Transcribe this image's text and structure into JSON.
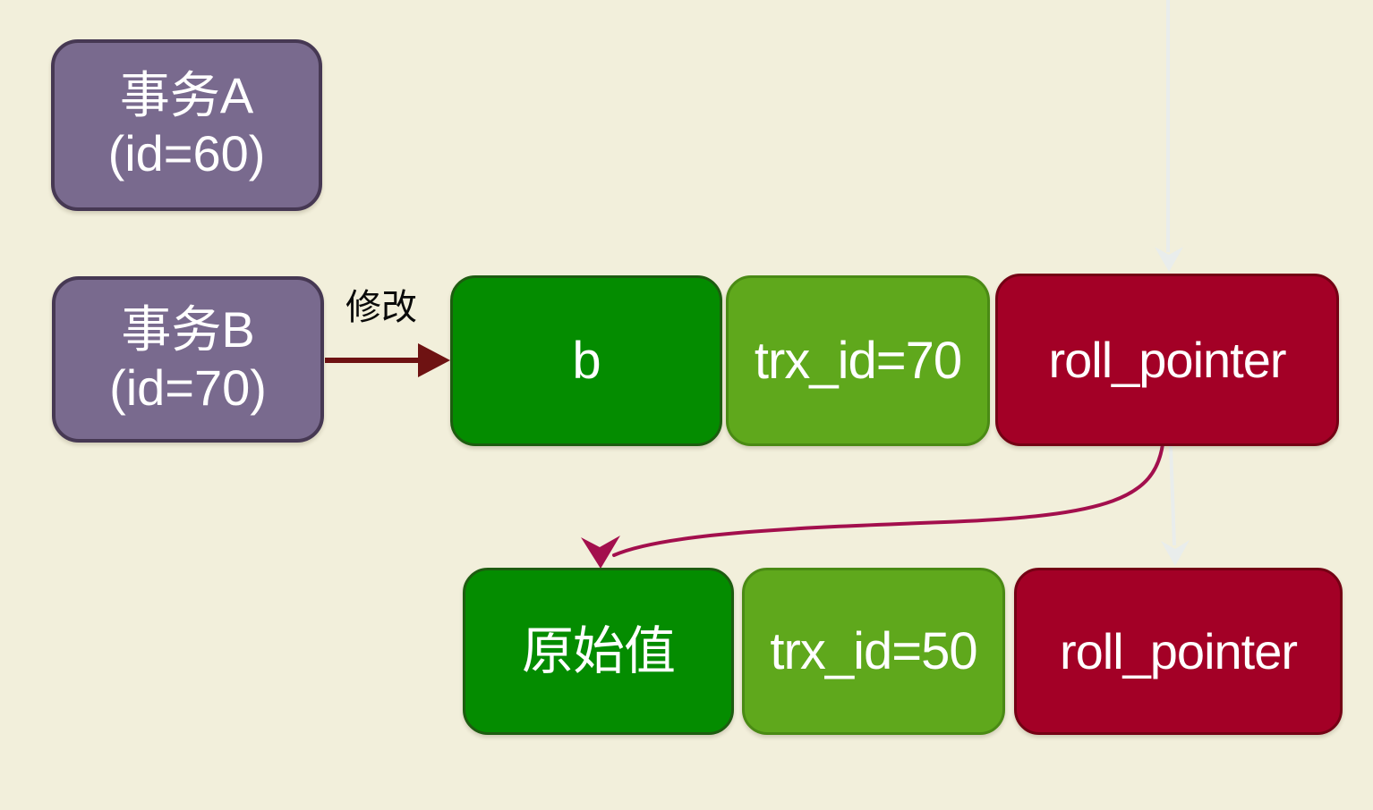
{
  "transactions": [
    {
      "line1": "事务A",
      "line2": "(id=60)"
    },
    {
      "line1": "事务B",
      "line2": "(id=70)"
    }
  ],
  "modify_label": "修改",
  "record_rows": [
    {
      "value": "b",
      "trx_id": "trx_id=70",
      "roll_pointer": "roll_pointer"
    },
    {
      "value": "原始值",
      "trx_id": "trx_id=50",
      "roll_pointer": "roll_pointer"
    }
  ],
  "icons": {
    "modify_arrow": "right-arrow-icon",
    "undo_chain_arrow": "curved-down-left-arrow-icon",
    "ghost_arrows": "down-arrow-icon"
  },
  "colors": {
    "background": "#f2efdb",
    "purple_fill": "#796a8e",
    "purple_border": "#463853",
    "dark_green_fill": "#048c00",
    "dark_green_border": "#1d5c10",
    "light_green_fill": "#5fa81c",
    "light_green_border": "#4a8a14",
    "red_fill": "#a30026",
    "red_border": "#740014",
    "modify_arrow": "#6e1212",
    "undo_curve": "#a30f4d",
    "ghost_arrow": "#e9edec",
    "label_text": "#0a0a0a",
    "box_text": "#ffffff"
  }
}
